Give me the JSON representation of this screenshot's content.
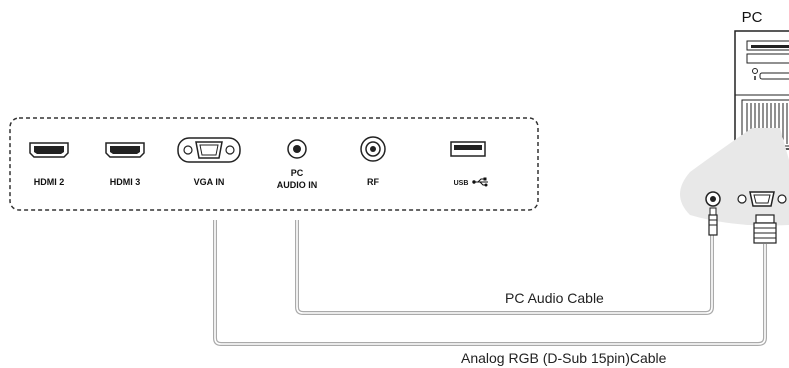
{
  "pc_label": "PC",
  "ports": [
    {
      "id": "hdmi2",
      "label": "HDMI 2",
      "icon": "hdmi-port-icon"
    },
    {
      "id": "hdmi3",
      "label": "HDMI 3",
      "icon": "hdmi-port-icon"
    },
    {
      "id": "vga",
      "label": "VGA IN",
      "icon": "vga-port-icon"
    },
    {
      "id": "pc_audio",
      "label_line1": "PC",
      "label_line2": "AUDIO IN",
      "icon": "audio-jack-icon"
    },
    {
      "id": "rf",
      "label": "RF",
      "icon": "rf-port-icon"
    },
    {
      "id": "usb",
      "label": "USB",
      "icon": "usb-port-icon"
    }
  ],
  "cables": {
    "audio": "PC Audio Cable",
    "vga": "Analog RGB (D-Sub 15pin)Cable"
  },
  "colors": {
    "cable": "#aaaaaa",
    "panel_border": "#333333",
    "pc_callout": "#e8e8e8"
  }
}
